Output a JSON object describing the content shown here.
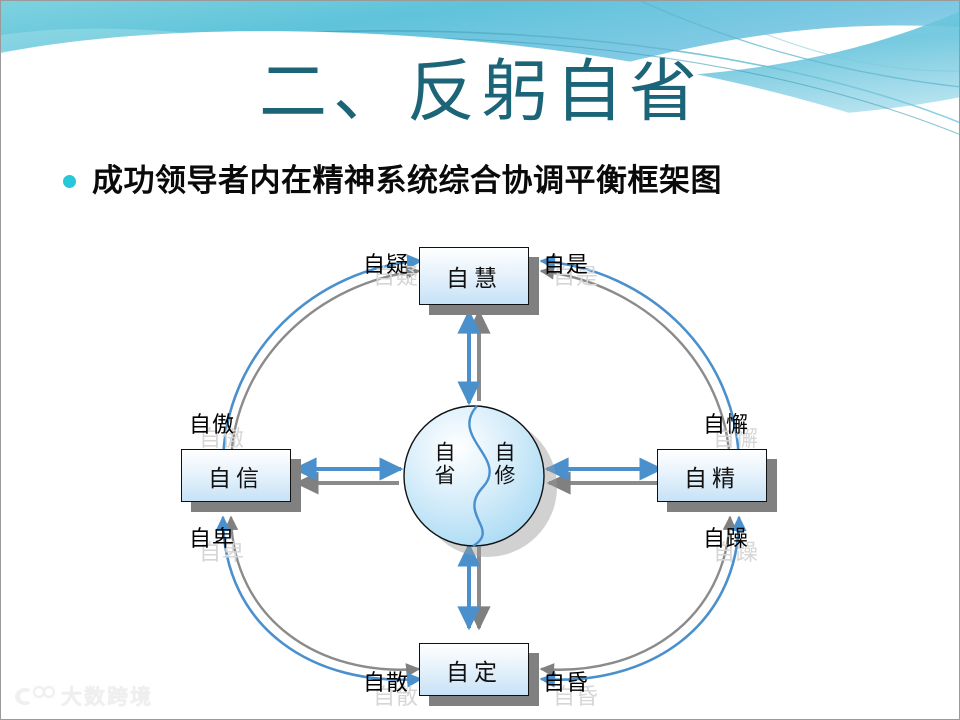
{
  "slide": {
    "title": "二、反躬自省",
    "subtitle": "成功领导者内在精神系统综合协调平衡框架图",
    "title_color": "#1c6477",
    "bullet_color": "#28c8d8",
    "accent_blue": "#4a90cd",
    "accent_gray": "#808080",
    "header_wave_colors": [
      "#7fd4e0",
      "#5bc0d8",
      "#9ad9e8",
      "#2e8fa8",
      "#ffffff"
    ]
  },
  "diagram": {
    "center": {
      "left_char": "自省",
      "right_char": "自修"
    },
    "nodes": [
      {
        "id": "top",
        "label": "自慧",
        "left_tag": "自疑",
        "right_tag": "自是"
      },
      {
        "id": "left",
        "label": "自信",
        "left_tag": "自傲",
        "right_tag": "自卑"
      },
      {
        "id": "right",
        "label": "自精",
        "left_tag": "自懈",
        "right_tag": "自躁"
      },
      {
        "id": "bottom",
        "label": "自定",
        "left_tag": "自散",
        "right_tag": "自昏"
      }
    ],
    "tag_labels": {
      "top_left": "自疑",
      "top_right": "自是",
      "left_upper": "自傲",
      "left_lower": "自卑",
      "right_upper": "自懈",
      "right_lower": "自躁",
      "bottom_left": "自散",
      "bottom_right": "自昏"
    }
  },
  "watermark": {
    "text": "大数跨境"
  }
}
